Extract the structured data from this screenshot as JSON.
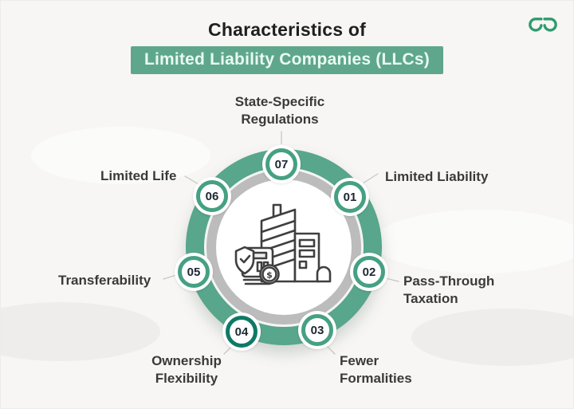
{
  "header": {
    "title": "Characteristics of",
    "banner": "Limited Liability Companies (LLCs)"
  },
  "diagram": {
    "center_icon": "building-shield-calculator-coin-illustration",
    "items": [
      {
        "num": "01",
        "label": "Limited Liability"
      },
      {
        "num": "02",
        "label": "Pass-Through\nTaxation"
      },
      {
        "num": "03",
        "label": "Fewer\nFormalities"
      },
      {
        "num": "04",
        "label": "Ownership\nFlexibility"
      },
      {
        "num": "05",
        "label": "Transferability"
      },
      {
        "num": "06",
        "label": "Limited Life"
      },
      {
        "num": "07",
        "label": "State-Specific\nRegulations"
      }
    ]
  },
  "colors": {
    "page_bg": "#f7f6f4",
    "banner_bg": "#5fa78c",
    "ring_green": "#58a68b",
    "ring_grey": "#bcbcbc",
    "node_border": "#46a083",
    "node_border_dark": "#0e7a66",
    "number_text": "#1c2733",
    "label_text": "#3a3a3a",
    "logo_green": "#2f9b6f",
    "connector_grey": "#c6c6c6"
  }
}
